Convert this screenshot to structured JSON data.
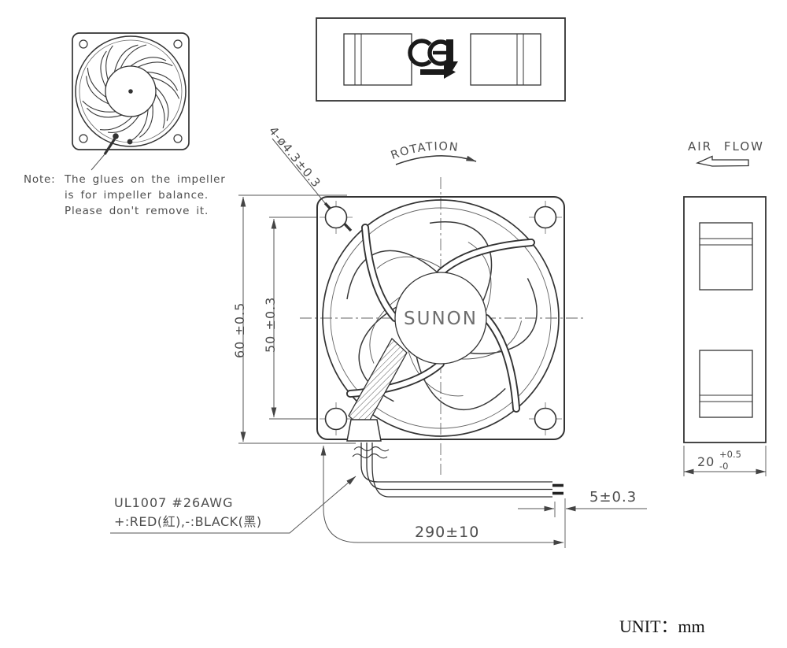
{
  "unit": {
    "label": "UNIT：mm"
  },
  "note": {
    "prefix": "Note:",
    "lines": [
      "The glues on the impeller",
      "is for impeller balance.",
      "Please don't remove it."
    ]
  },
  "labels": {
    "rotation": "ROTATION",
    "air_flow": "AIR FLOW",
    "brand": "SUNON",
    "ce_mark": "CE"
  },
  "dims": {
    "holes": "4-ø4.3±0.3",
    "frame": "60 ±0.5",
    "pitch": "50 ±0.3",
    "depth_nominal": "20",
    "depth_plus": "+0.5",
    "depth_minus": "-0",
    "lead": "290±10",
    "strip": "5±0.3"
  },
  "wire": {
    "spec": "UL1007 #26AWG",
    "polarity": "+:RED(紅),-:BLACK(黑)"
  },
  "colors": {
    "line": "#333333",
    "dim": "#555555",
    "background": "#ffffff"
  }
}
